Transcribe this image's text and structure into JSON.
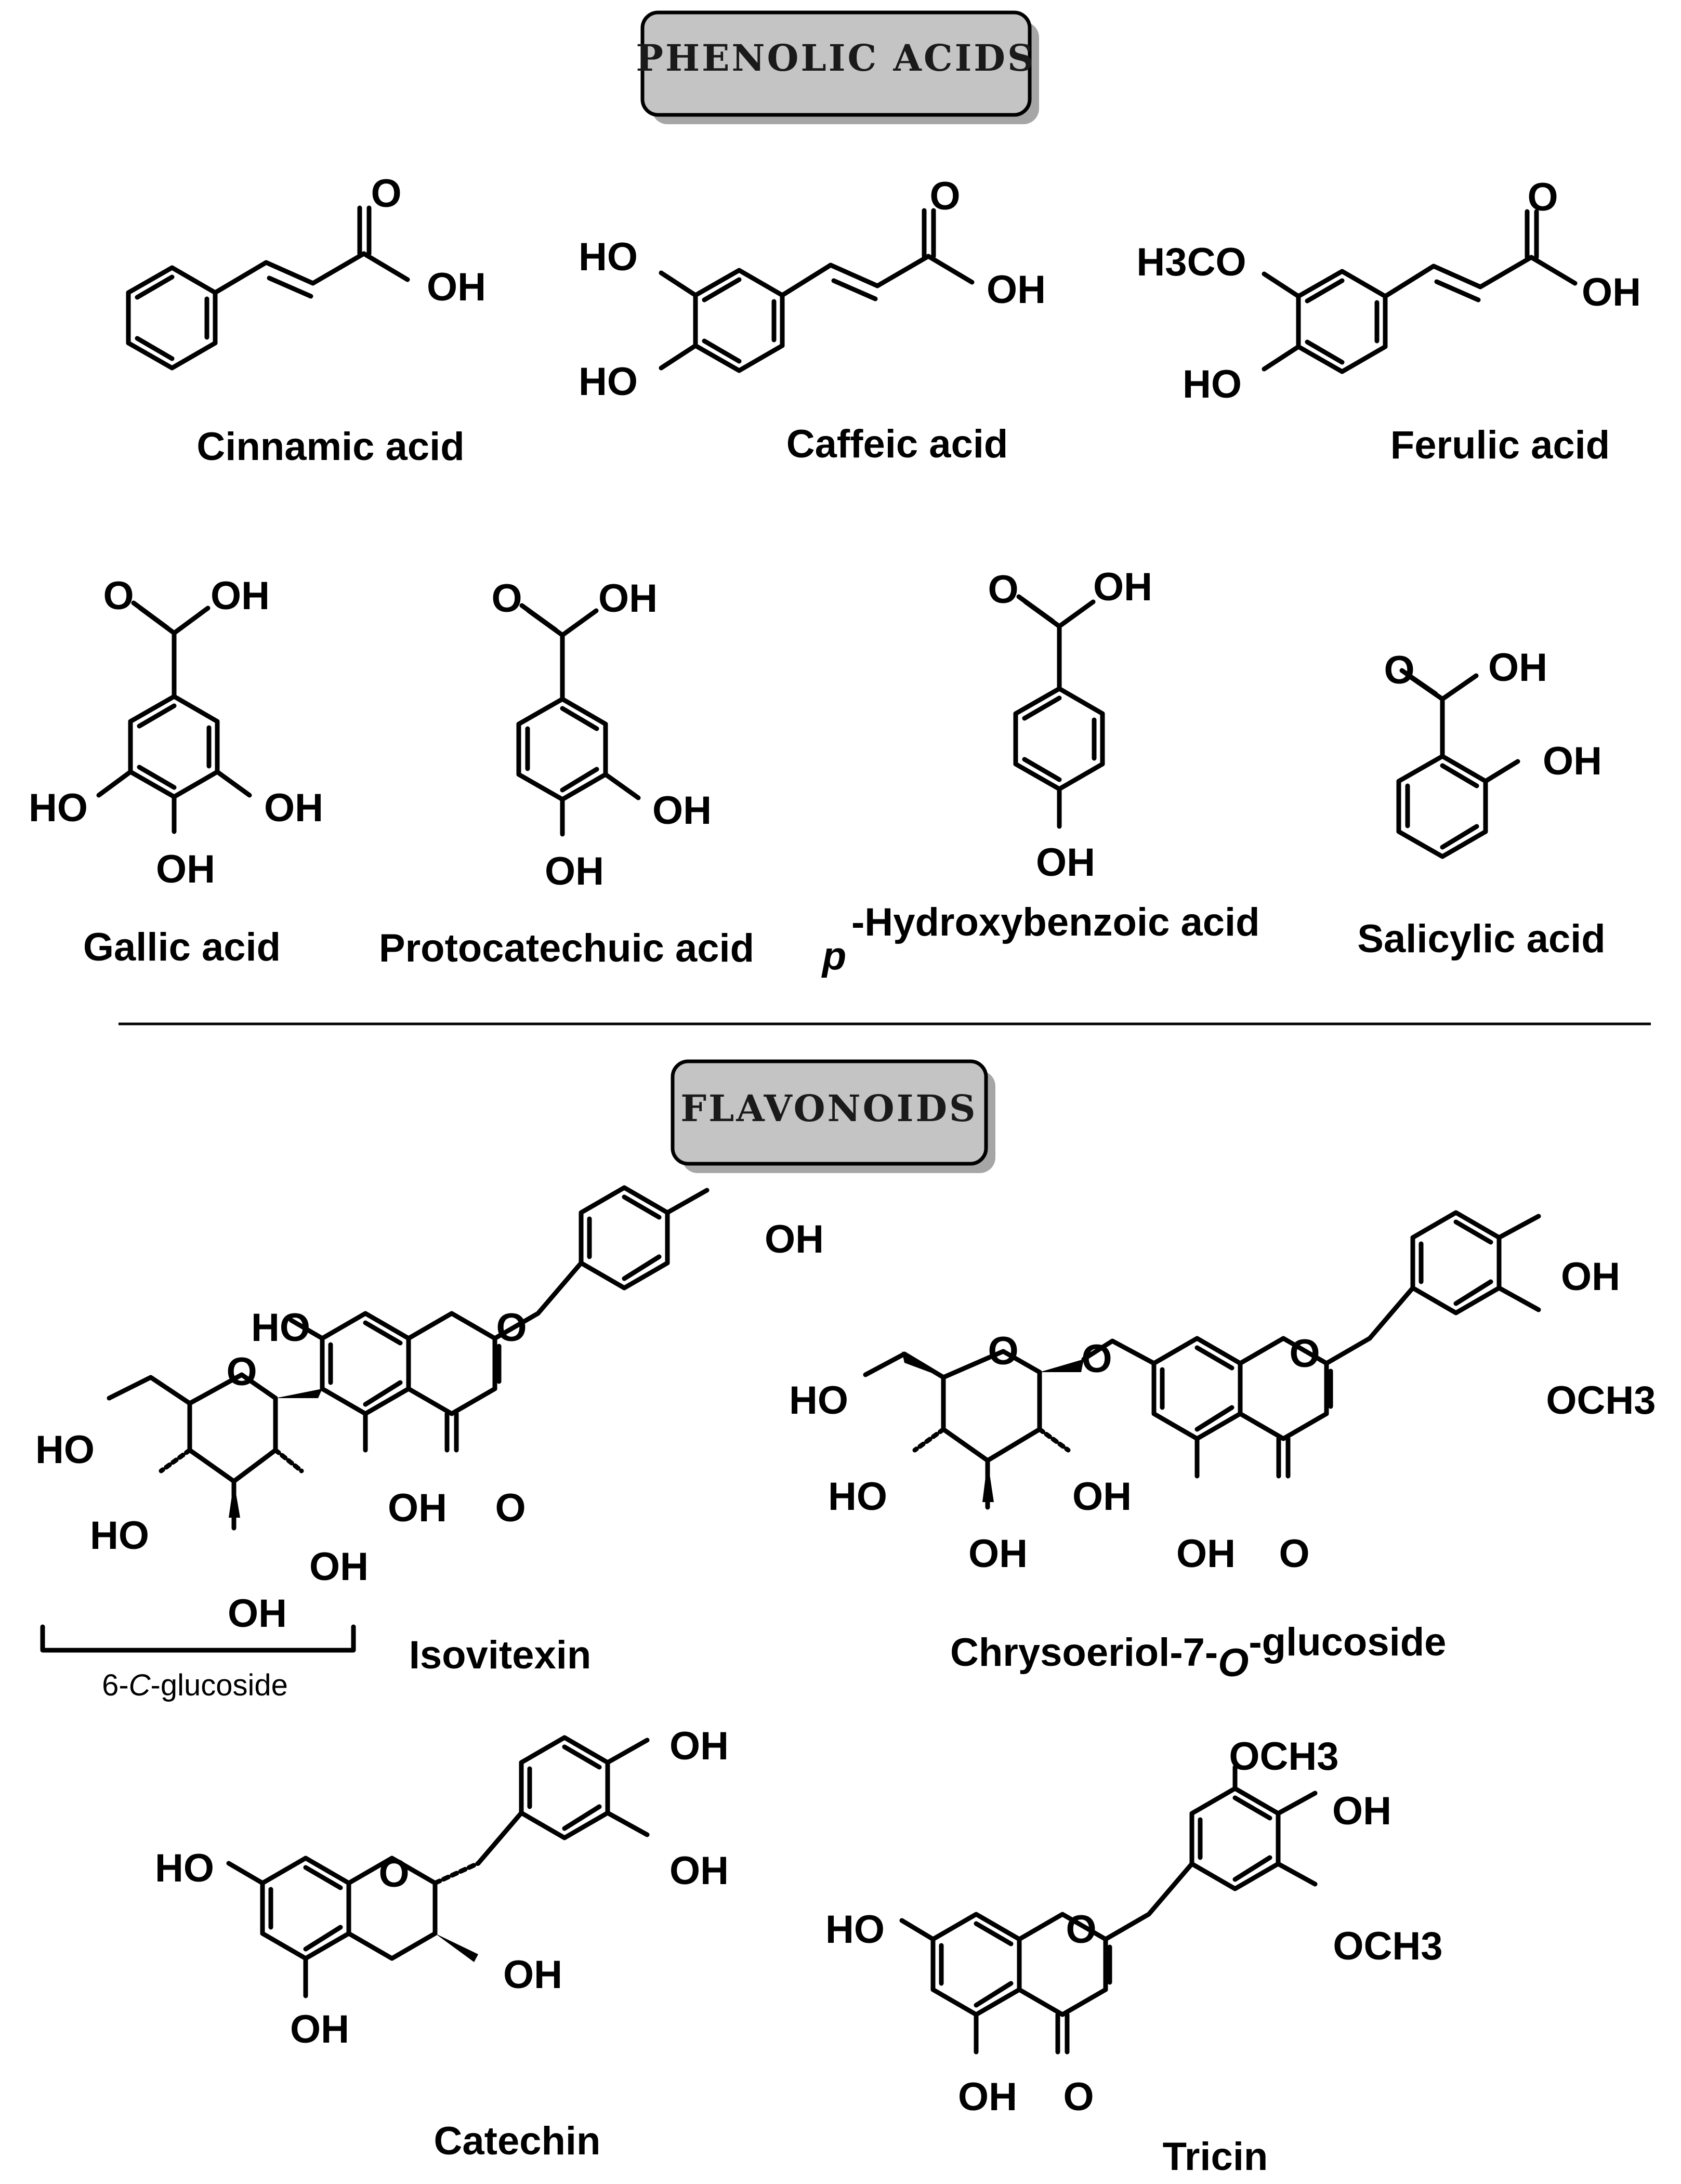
{
  "colors": {
    "header_fill": "#c4c4c4",
    "header_shadow": "#a6a6a6",
    "ink": "#000000"
  },
  "headers": {
    "phenolic": "PHENOLIC ACIDS",
    "flavonoids": "FLAVONOIDS"
  },
  "atoms": {
    "O": "O",
    "OH": "OH",
    "HO": "HO",
    "H3CO": "H3CO",
    "OCH3": "OCH3",
    "p": "p"
  },
  "compounds": {
    "cinnamic": "Cinnamic acid",
    "caffeic": "Caffeic acid",
    "ferulic": "Ferulic acid",
    "gallic": "Gallic acid",
    "protocatechuic": "Protocatechuic acid",
    "hydroxybenzoic": "-Hydroxybenzoic acid",
    "salicylic": "Salicylic acid",
    "isovitexin": "Isovitexin",
    "chrysoeriol_a": "Chrysoeriol-7-",
    "chrysoeriol_o": "O",
    "chrysoeriol_b": "-glucoside",
    "catechin": "Catechin",
    "tricin": "Tricin"
  },
  "bracket": {
    "a": "6-",
    "c": "C",
    "b": "-glucoside"
  }
}
